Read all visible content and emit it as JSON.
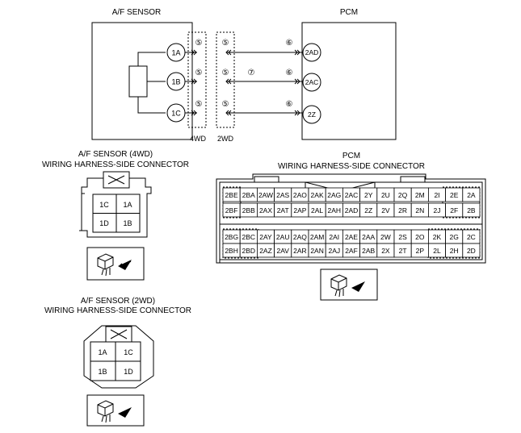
{
  "wiring": {
    "af_sensor_title": "A/F SENSOR",
    "pcm_title": "PCM",
    "sensor_terminals": [
      "1A",
      "1B",
      "1C"
    ],
    "pcm_terminals": [
      "2AD",
      "2AC",
      "2Z"
    ],
    "connector_mark_4wd": "⑤",
    "connector_mark_2wd": "⑤",
    "pcm_mark": "⑥",
    "mid_mark": "⑦",
    "label_4wd": "4WD",
    "label_2wd": "2WD"
  },
  "conn_4wd": {
    "title_line1": "A/F SENSOR (4WD)",
    "title_line2": "WIRING HARNESS-SIDE CONNECTOR",
    "cells": [
      "1C",
      "1A",
      "1D",
      "1B"
    ]
  },
  "conn_2wd": {
    "title_line1": "A/F SENSOR (2WD)",
    "title_line2": "WIRING HARNESS-SIDE CONNECTOR",
    "cells": [
      "1A",
      "1C",
      "1B",
      "1D"
    ]
  },
  "pcm_conn": {
    "title_line1": "PCM",
    "title_line2": "WIRING HARNESS-SIDE CONNECTOR",
    "row1": [
      "2BE",
      "2BA",
      "2AW",
      "2AS",
      "2AO",
      "2AK",
      "2AG",
      "2AC",
      "2Y",
      "2U",
      "2Q",
      "2M",
      "2I",
      "2E",
      "2A"
    ],
    "row2": [
      "2BF",
      "2BB",
      "2AX",
      "2AT",
      "2AP",
      "2AL",
      "2AH",
      "2AD",
      "2Z",
      "2V",
      "2R",
      "2N",
      "2J",
      "2F",
      "2B"
    ],
    "row3": [
      "2BG",
      "2BC",
      "2AY",
      "2AU",
      "2AQ",
      "2AM",
      "2AI",
      "2AE",
      "2AA",
      "2W",
      "2S",
      "2O",
      "2K",
      "2G",
      "2C"
    ],
    "row4": [
      "2BH",
      "2BD",
      "2AZ",
      "2AV",
      "2AR",
      "2AN",
      "2AJ",
      "2AF",
      "2AB",
      "2X",
      "2T",
      "2P",
      "2L",
      "2H",
      "2D"
    ]
  }
}
